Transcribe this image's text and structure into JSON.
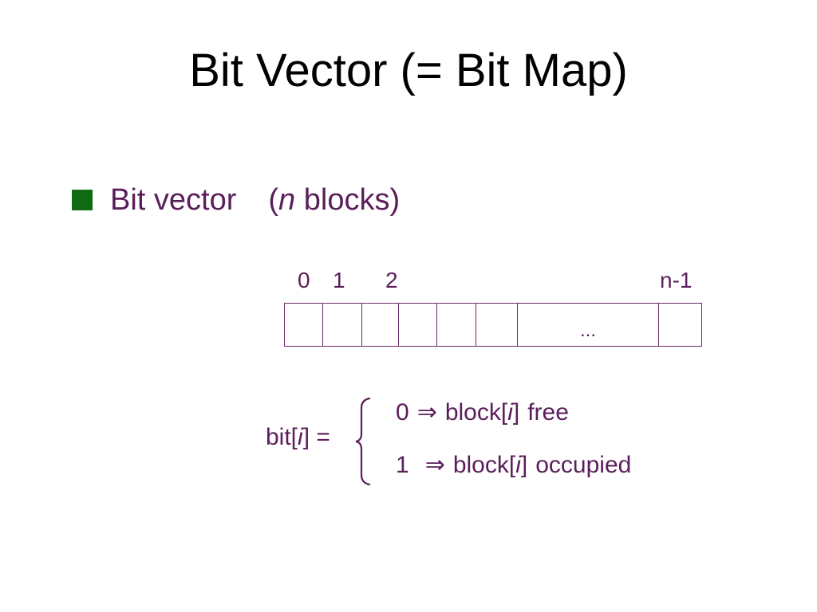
{
  "slide": {
    "title": "Bit Vector (= Bit Map)",
    "bullet": {
      "label": "Bit vector",
      "paren_open": "(",
      "n_var": "n",
      "paren_rest": " blocks)"
    },
    "index_labels": {
      "first": "0",
      "second": "1",
      "third": "2",
      "last": "n-1"
    },
    "ellipsis": "...",
    "formula": {
      "lhs_prefix": "bit[",
      "lhs_var": "i",
      "lhs_suffix": "] =",
      "case0": {
        "value": "0",
        "arrow": "⇒",
        "block_prefix": "block[",
        "var": "i",
        "block_suffix": "]",
        "state": "free"
      },
      "case1": {
        "value": "1",
        "arrow": "⇒",
        "block_prefix": "block[",
        "var": "i",
        "block_suffix": "]",
        "state": "occupied"
      }
    }
  },
  "colors": {
    "text_purple": "#5a1e5a",
    "bullet_green": "#0f6a12",
    "title_black": "#000000"
  }
}
